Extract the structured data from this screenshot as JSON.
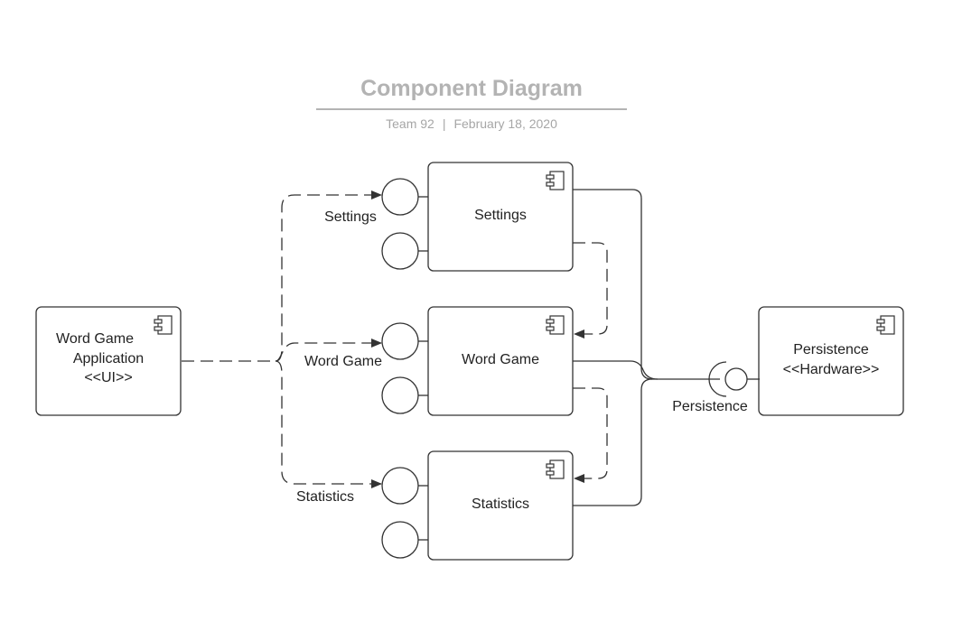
{
  "header": {
    "title": "Component Diagram",
    "team": "Team 92",
    "separator": "|",
    "date": "February 18, 2020"
  },
  "components": {
    "word_game_app": {
      "line1": "Word Game",
      "line2": "Application",
      "line3": "<<UI>>"
    },
    "settings": {
      "label": "Settings"
    },
    "word_game": {
      "label": "Word Game"
    },
    "statistics": {
      "label": "Statistics"
    },
    "persistence": {
      "line1": "Persistence",
      "line2": "<<Hardware>>"
    }
  },
  "interfaces": {
    "settings": "Settings",
    "word_game": "Word Game",
    "statistics": "Statistics",
    "persistence": "Persistence"
  },
  "colors": {
    "stroke": "#333333",
    "title": "#b3b3b3",
    "subtitle": "#a6a6a6"
  }
}
